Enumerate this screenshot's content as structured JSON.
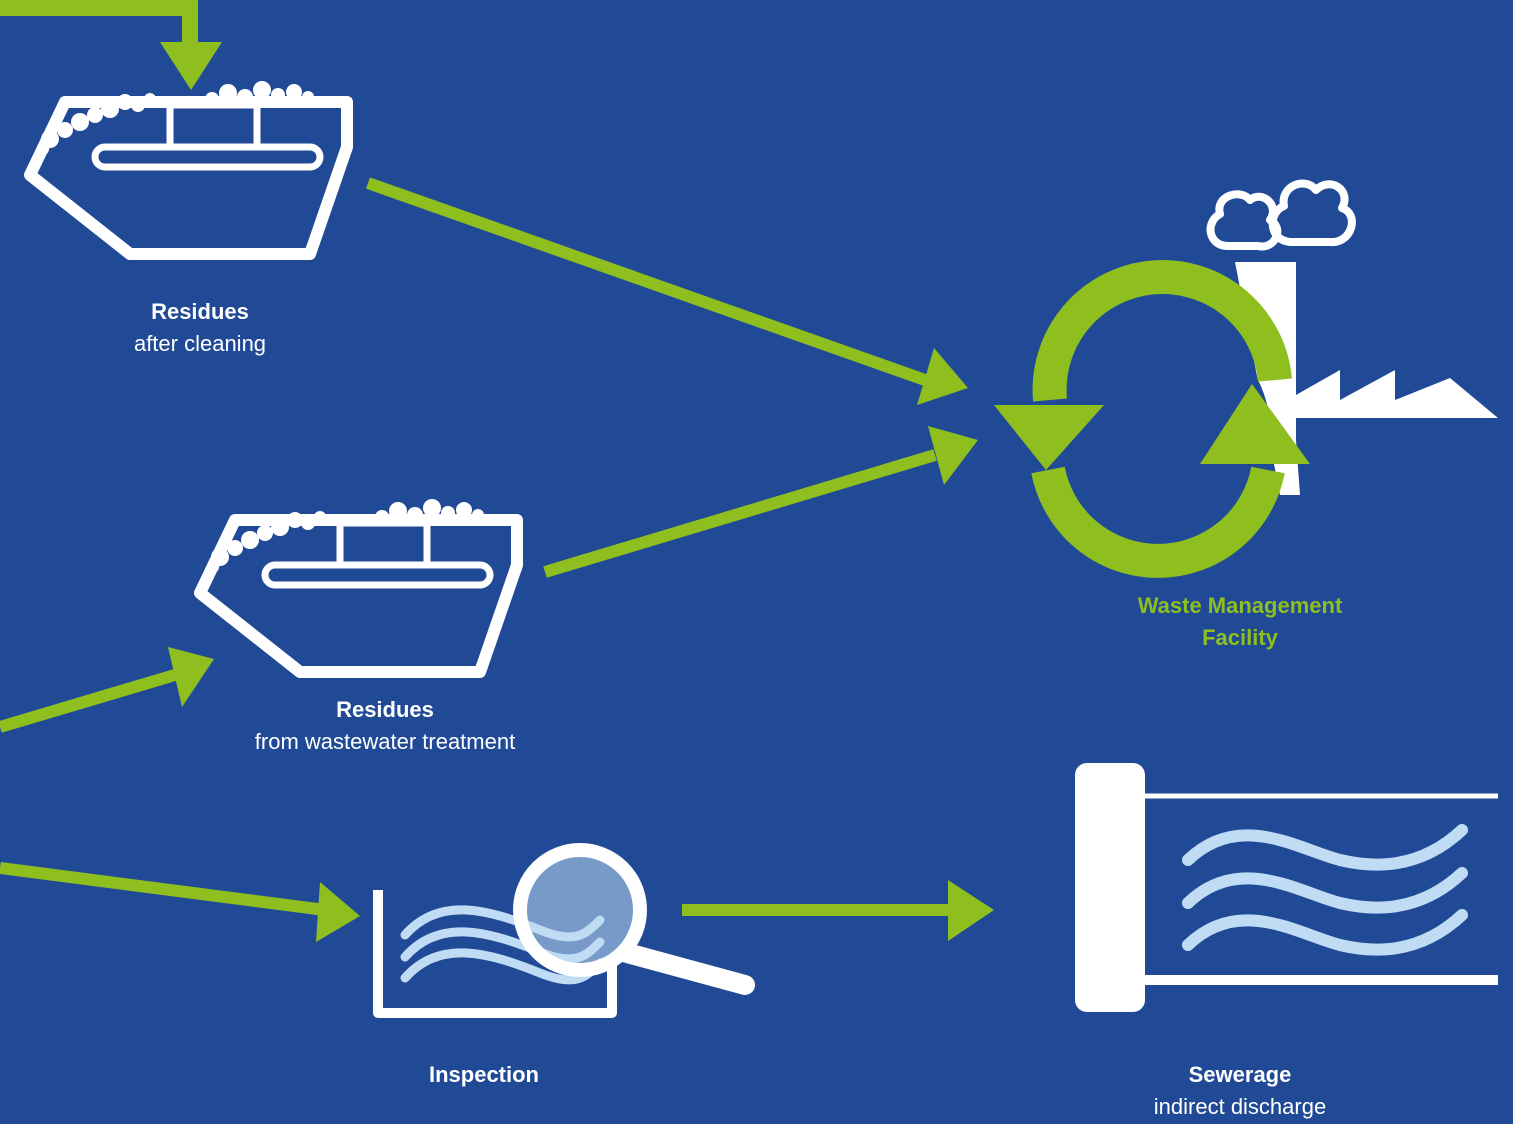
{
  "colors": {
    "background": "#214a96",
    "arrow": "#8fbe1f",
    "icon": "#ffffff",
    "water": "#bfdcf4",
    "facility_label": "#8fbe1f"
  },
  "nodes": {
    "residues_cleaning": {
      "title": "Residues",
      "subtitle": "after cleaning",
      "icon": "waste-skip-icon"
    },
    "residues_wastewater": {
      "title": "Residues",
      "subtitle": "from wastewater treatment",
      "icon": "waste-skip-icon"
    },
    "waste_facility": {
      "title_line1": "Waste Management",
      "title_line2": "Facility",
      "icon": "recycling-factory-icon"
    },
    "inspection": {
      "title": "Inspection",
      "icon": "magnifier-water-icon"
    },
    "sewerage": {
      "title": "Sewerage",
      "subtitle": "indirect discharge",
      "icon": "sewer-pipe-icon"
    }
  }
}
